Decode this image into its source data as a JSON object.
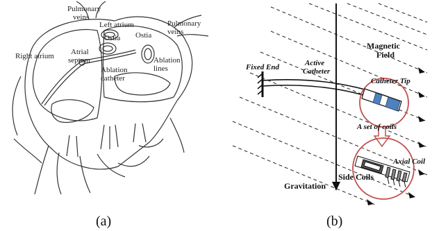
{
  "panel_a": {
    "labels": {
      "pulmonary_veins_left": [
        "Pulmonary",
        "veins"
      ],
      "pulmonary_veins_right": [
        "Pulmonary",
        "veins"
      ],
      "left_atrium": "Left atrium",
      "ostia_left": "Ostia",
      "ostia_right": "Ostia",
      "right_atrium": "Right atrium",
      "atrial_septum": [
        "Atrial",
        "septum"
      ],
      "ablation_catheter": [
        "Ablation",
        "catheter"
      ],
      "ablation_lines": [
        "Ablation",
        "lines"
      ]
    },
    "caption": "(a)"
  },
  "panel_b": {
    "labels": {
      "fixed_end": "Fixed End",
      "active_catheter": [
        "Active",
        "Catheter"
      ],
      "magnetic_field": [
        "Magnetic",
        "Field"
      ],
      "catheter_tip": "Catheter Tip",
      "set_of_coils": "A set of coils",
      "axial_coil": "Axial Coil",
      "side_coils": "Side Coils",
      "gravitation": "Gravitation"
    },
    "colors": {
      "highlight_circle": "#c0504d",
      "coil_fill": "#4f81bd"
    },
    "caption": "(b)"
  }
}
